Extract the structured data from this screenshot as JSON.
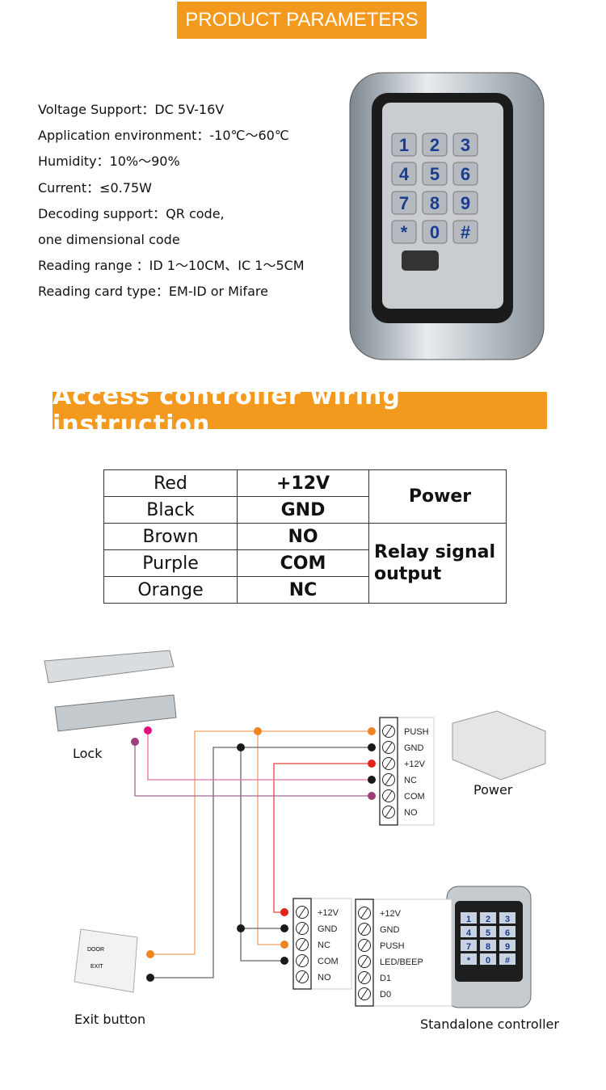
{
  "header": {
    "title": "PRODUCT PARAMETERS"
  },
  "specs": [
    "Voltage  Support：DC 5V-16V",
    "Application environment：-10℃～60℃",
    "Humidity：10%～90%",
    "Current：≤0.75W",
    "Decoding support：QR code,",
    "one dimensional code",
    "Reading range ：ID 1～10CM、IC 1～5CM",
    "Reading card type：EM-ID or Mifare"
  ],
  "keypad_keys": [
    "1",
    "2",
    "3",
    "4",
    "5",
    "6",
    "7",
    "8",
    "9",
    "*",
    "0",
    "#"
  ],
  "wiring": {
    "title": "Access controller wiring instruction",
    "rows": [
      {
        "color": "Red",
        "signal": "+12V"
      },
      {
        "color": "Black",
        "signal": "GND"
      },
      {
        "color": "Brown",
        "signal": "NO"
      },
      {
        "color": "Purple",
        "signal": "COM"
      },
      {
        "color": "Orange",
        "signal": "NC"
      }
    ],
    "groups": [
      "Power",
      "Relay signal output"
    ]
  },
  "diagram": {
    "power_terminals": [
      "PUSH",
      "GND",
      "+12V",
      "NC",
      "COM",
      "NO"
    ],
    "relay_terminals": [
      "+12V",
      "GND",
      "NC",
      "COM",
      "NO"
    ],
    "controller_terminals": [
      "+12V",
      "GND",
      "PUSH",
      "LED/BEEP",
      "D1",
      "D0"
    ],
    "labels": {
      "lock": "Lock",
      "power": "Power",
      "exit": "Exit button",
      "controller": "Standalone controller"
    },
    "exit_button_text": [
      "DOOR",
      "EXIT"
    ]
  },
  "colors": {
    "accent": "#f39a1e",
    "orange": "#ef8423",
    "red": "#e2231a",
    "pink": "#e5107a",
    "purple": "#9b3f7a",
    "black": "#1a1a1a"
  }
}
